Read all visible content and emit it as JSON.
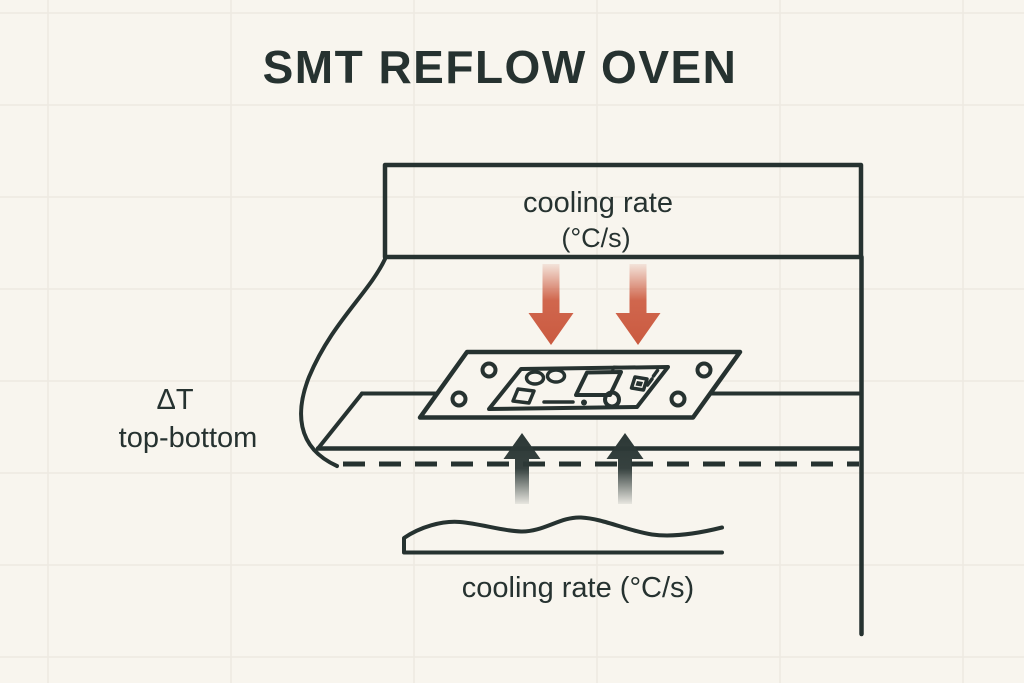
{
  "title": "SMT REFLOW OVEN",
  "oven": {
    "top_duct_label_line1": "cooling rate",
    "top_duct_label_line2": "(°C/s)",
    "bottom_duct_label": "cooling rate (°C/s)",
    "side_label_line1": "ΔT",
    "side_label_line2": "top-bottom"
  },
  "icons": {
    "top_airflow": "down-arrow-icon",
    "bottom_airflow": "up-arrow-icon"
  },
  "colors": {
    "background": "#f8f5ee",
    "grid": "#edeae1",
    "line": "#263230",
    "text": "#263230",
    "top-arrow": "#ce5f45",
    "bottom-arrow": "#2c3836"
  }
}
